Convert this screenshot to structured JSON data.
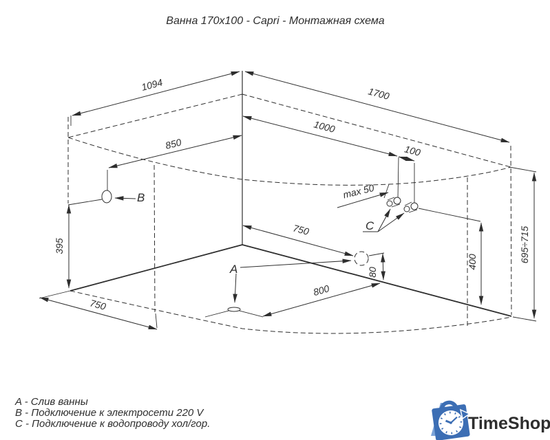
{
  "title": "Ванна 170x100 - Capri - Монтажная схема",
  "dimensions": {
    "wall_left_total": "1094",
    "wall_right_total": "1700",
    "water_conn_dist": "1000",
    "water_conn_offset": "100",
    "electro_wall_dist": "850",
    "water_conn_max_depth": "max 50",
    "electro_height": "395",
    "drain_wall_dist": "750",
    "drain_floor_dist": "800",
    "drain_height": "80",
    "floor_front_dist": "750",
    "water_conn_height": "400",
    "rim_height_range": "695÷715"
  },
  "points": {
    "drain": "A",
    "electric": "B",
    "water": "C"
  },
  "legend": {
    "line_a": "A - Слив ванны",
    "line_b": "B - Подключение к электросети 220 V",
    "line_c": "C - Подключение к водопроводу хол/гор."
  },
  "logo": {
    "text": "TimeShop"
  },
  "colors": {
    "line": "#2e2e2e",
    "logo_blue": "#3c6eb4",
    "logo_text_blue": "#4a86c9",
    "logo_light_blue": "#7ba3d8"
  }
}
